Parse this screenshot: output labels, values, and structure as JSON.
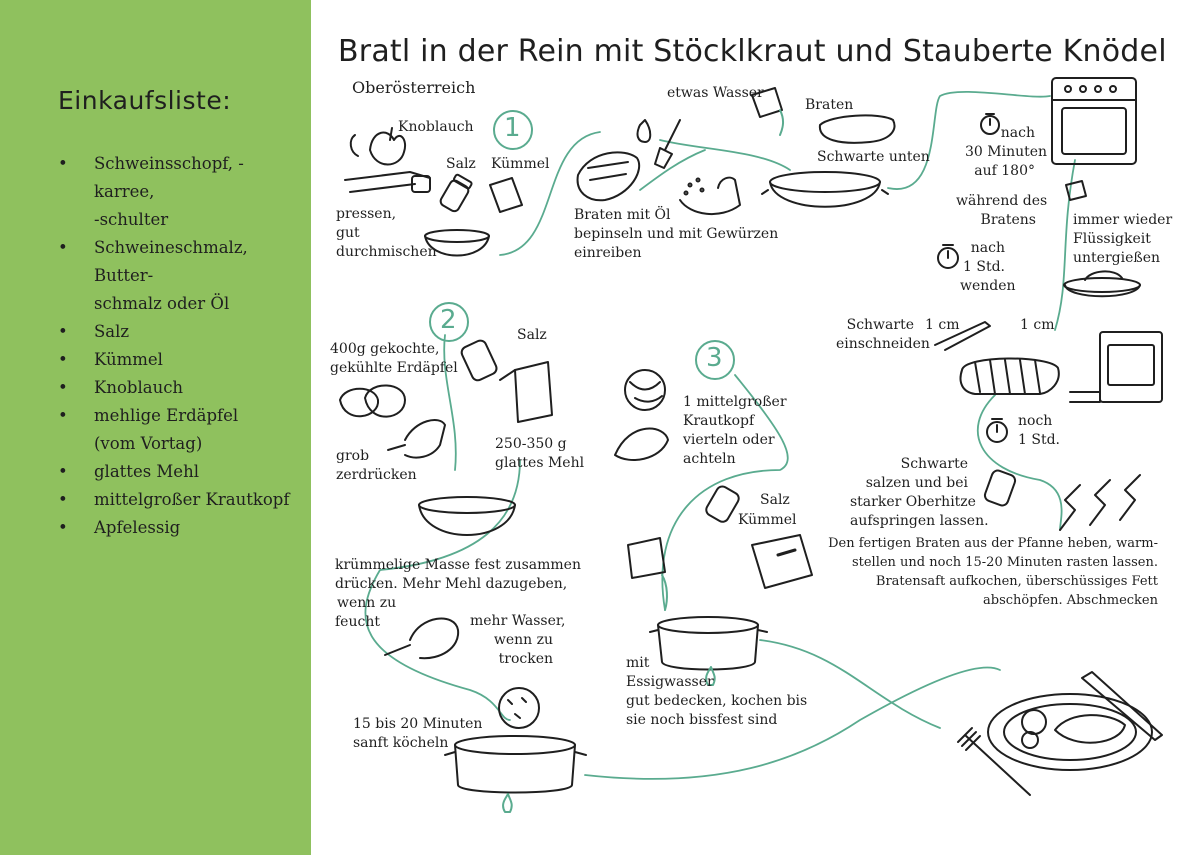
{
  "sidebar": {
    "title": "Einkaufsliste:",
    "items": [
      [
        "Schweinsschopf, -karree,",
        "-schulter"
      ],
      [
        "Schweineschmalz, Butter-",
        "schmalz oder Öl"
      ],
      [
        "Salz"
      ],
      [
        "Kümmel"
      ],
      [
        "Knoblauch"
      ],
      [
        "mehlige Erdäpfel",
        "(vom Vortag)"
      ],
      [
        "glattes Mehl"
      ],
      [
        "mittelgroßer Krautkopf"
      ],
      [
        "Apfelessig"
      ]
    ]
  },
  "header": {
    "title": "Bratl in der Rein mit Stöcklkraut und Stauberte Knödel",
    "region": "Oberösterreich"
  },
  "step1": {
    "number": "1",
    "knoblauch": "Knoblauch",
    "salz": "Salz",
    "kuemmel": "Kümmel",
    "pressen": [
      "pressen,",
      "gut",
      "durchmischen"
    ],
    "braten_oel": [
      "Braten mit Öl",
      "bepinseln und mit Gewürzen",
      "einreiben"
    ],
    "etwas_wasser": "etwas Wasser",
    "braten": "Braten",
    "schwarte_unten": "Schwarte unten",
    "nach30": [
      "nach",
      "30 Minuten",
      "auf 180°"
    ],
    "waehrend": [
      "während des",
      "Bratens"
    ],
    "fluessigkeit": [
      "immer wieder",
      "Flüssigkeit",
      "untergießen"
    ],
    "nach1std": [
      "nach",
      "1 Std.",
      "wenden"
    ],
    "schwarte_einschneiden": [
      "Schwarte",
      "einschneiden"
    ],
    "cm1": "1 cm",
    "cm2": "1 cm",
    "noch1std": [
      "noch",
      "1 Std."
    ],
    "schwarte_salzen": [
      "Schwarte",
      "salzen und bei",
      "starker Oberhitze",
      "aufspringen lassen."
    ],
    "final": [
      "Den fertigen Braten aus der Pfanne heben, warm-",
      "stellen und noch 15-20 Minuten rasten lassen.",
      "Bratensaft aufkochen, überschüssiges Fett",
      "abschöpfen. Abschmecken"
    ]
  },
  "step2": {
    "number": "2",
    "erdaepfel": [
      "400g gekochte,",
      "gekühlte Erdäpfel"
    ],
    "salz": "Salz",
    "grob": [
      "grob",
      "zerdrücken"
    ],
    "mehl": [
      "250-350 g",
      "glattes Mehl"
    ],
    "masse": [
      "krümmelige Masse fest zusammen",
      "drücken. Mehr Mehl dazugeben,",
      "wenn zu",
      "feucht"
    ],
    "wasser": [
      "mehr Wasser,",
      "wenn zu",
      "trocken"
    ],
    "koecheln": [
      "15 bis 20 Minuten",
      "sanft köcheln"
    ]
  },
  "step3": {
    "number": "3",
    "krautkopf": [
      "1 mittelgroßer",
      "Krautkopf",
      "vierteln oder",
      "achteln"
    ],
    "salz": "Salz",
    "kuemmel": "Kümmel",
    "essig": [
      "mit",
      "Essigwasser",
      "gut bedecken, kochen bis",
      "sie noch bissfest sind"
    ]
  },
  "colors": {
    "sidebar": "#8fc15e",
    "accent": "#5aab8f",
    "ink": "#1f1f1f"
  },
  "icons": [
    "garlic-icon",
    "garlic-press-icon",
    "salt-shaker-icon",
    "caraway-packet-icon",
    "bowl-icon",
    "pork-roast-icon",
    "brush-icon",
    "oil-bottle-icon",
    "spice-hand-icon",
    "water-jug-icon",
    "roasting-pan-icon",
    "oven-icon",
    "stopwatch-icon",
    "knife-icon",
    "heat-waves-icon",
    "potato-icon",
    "flour-bag-icon",
    "hands-kneading-icon",
    "dumpling-icon",
    "pot-icon",
    "flame-icon",
    "cabbage-icon",
    "vinegar-jug-icon",
    "plate-icon",
    "fork-icon",
    "table-knife-icon"
  ]
}
